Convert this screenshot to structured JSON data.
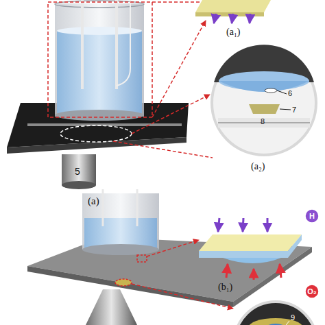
{
  "diagram": {
    "nodes": [
      {
        "text": [
          "H"
        ]
      },
      {
        "text": [
          "O₂"
        ]
      }
    ],
    "labels": [
      "5",
      "(a)",
      "(a₁)",
      "6",
      "7",
      "8",
      "(a₂)",
      "(b₁)",
      "9"
    ]
  }
}
